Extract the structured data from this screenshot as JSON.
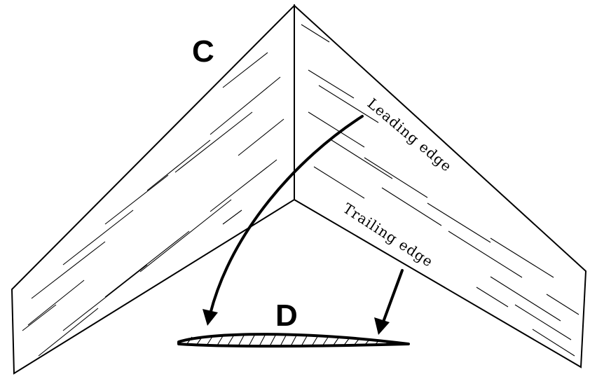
{
  "labels": {
    "wing_view": "C",
    "section_view": "D",
    "leading_edge": "Leading edge",
    "trailing_edge": "Trailing edge"
  },
  "colors": {
    "ink": "#000000",
    "paper": "#ffffff"
  }
}
